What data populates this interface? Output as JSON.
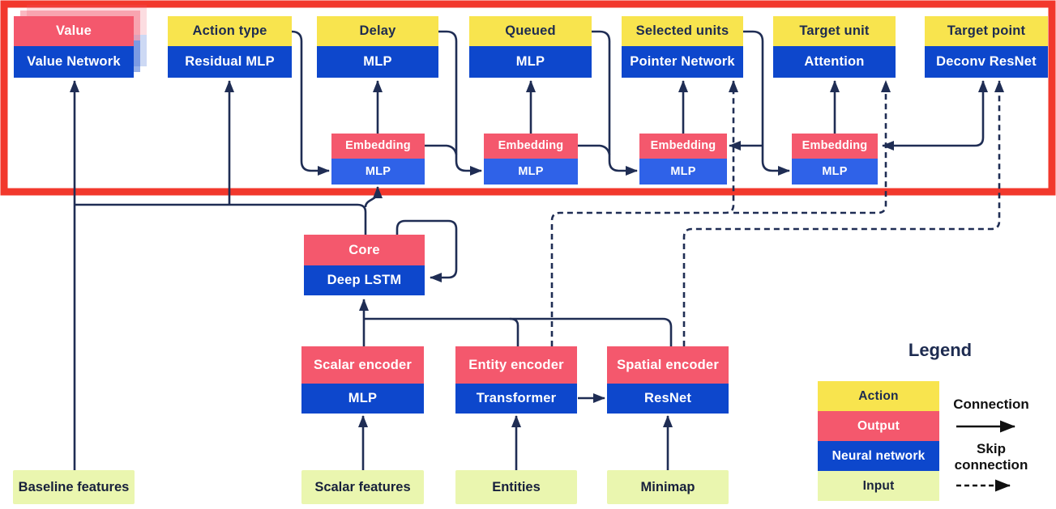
{
  "heads": [
    {
      "output": "Value",
      "network": "Value Network"
    },
    {
      "action": "Action type",
      "network": "Residual MLP"
    },
    {
      "action": "Delay",
      "network": "MLP"
    },
    {
      "action": "Queued",
      "network": "MLP"
    },
    {
      "action": "Selected units",
      "network": "Pointer Network"
    },
    {
      "action": "Target unit",
      "network": "Attention"
    },
    {
      "action": "Target point",
      "network": "Deconv ResNet"
    }
  ],
  "embeddings": [
    {
      "output": "Embedding",
      "network": "MLP"
    },
    {
      "output": "Embedding",
      "network": "MLP"
    },
    {
      "output": "Embedding",
      "network": "MLP"
    },
    {
      "output": "Embedding",
      "network": "MLP"
    }
  ],
  "core": {
    "output": "Core",
    "network": "Deep LSTM"
  },
  "encoders": [
    {
      "output": "Scalar encoder",
      "network": "MLP"
    },
    {
      "output": "Entity encoder",
      "network": "Transformer"
    },
    {
      "output": "Spatial encoder",
      "network": "ResNet"
    }
  ],
  "inputs": [
    "Baseline features",
    "Scalar features",
    "Entities",
    "Minimap"
  ],
  "legend": {
    "title": "Legend",
    "items": [
      {
        "label": "Action",
        "color": "#F8E44E"
      },
      {
        "label": "Output",
        "color": "#F4586D"
      },
      {
        "label": "Neural network",
        "color": "#0D47CC"
      },
      {
        "label": "Input",
        "color": "#EAF6AF"
      }
    ],
    "connection_label": "Connection",
    "skip_connection_label": "Skip connection"
  },
  "colors": {
    "action": "#F8E44E",
    "output": "#F4586D",
    "network": "#0D47CC",
    "embedding_network": "#2F62E8",
    "input": "#EAF6AF",
    "wire": "#1F2D54",
    "highlight_border": "#F2382C",
    "background": "#FFFFFF"
  }
}
